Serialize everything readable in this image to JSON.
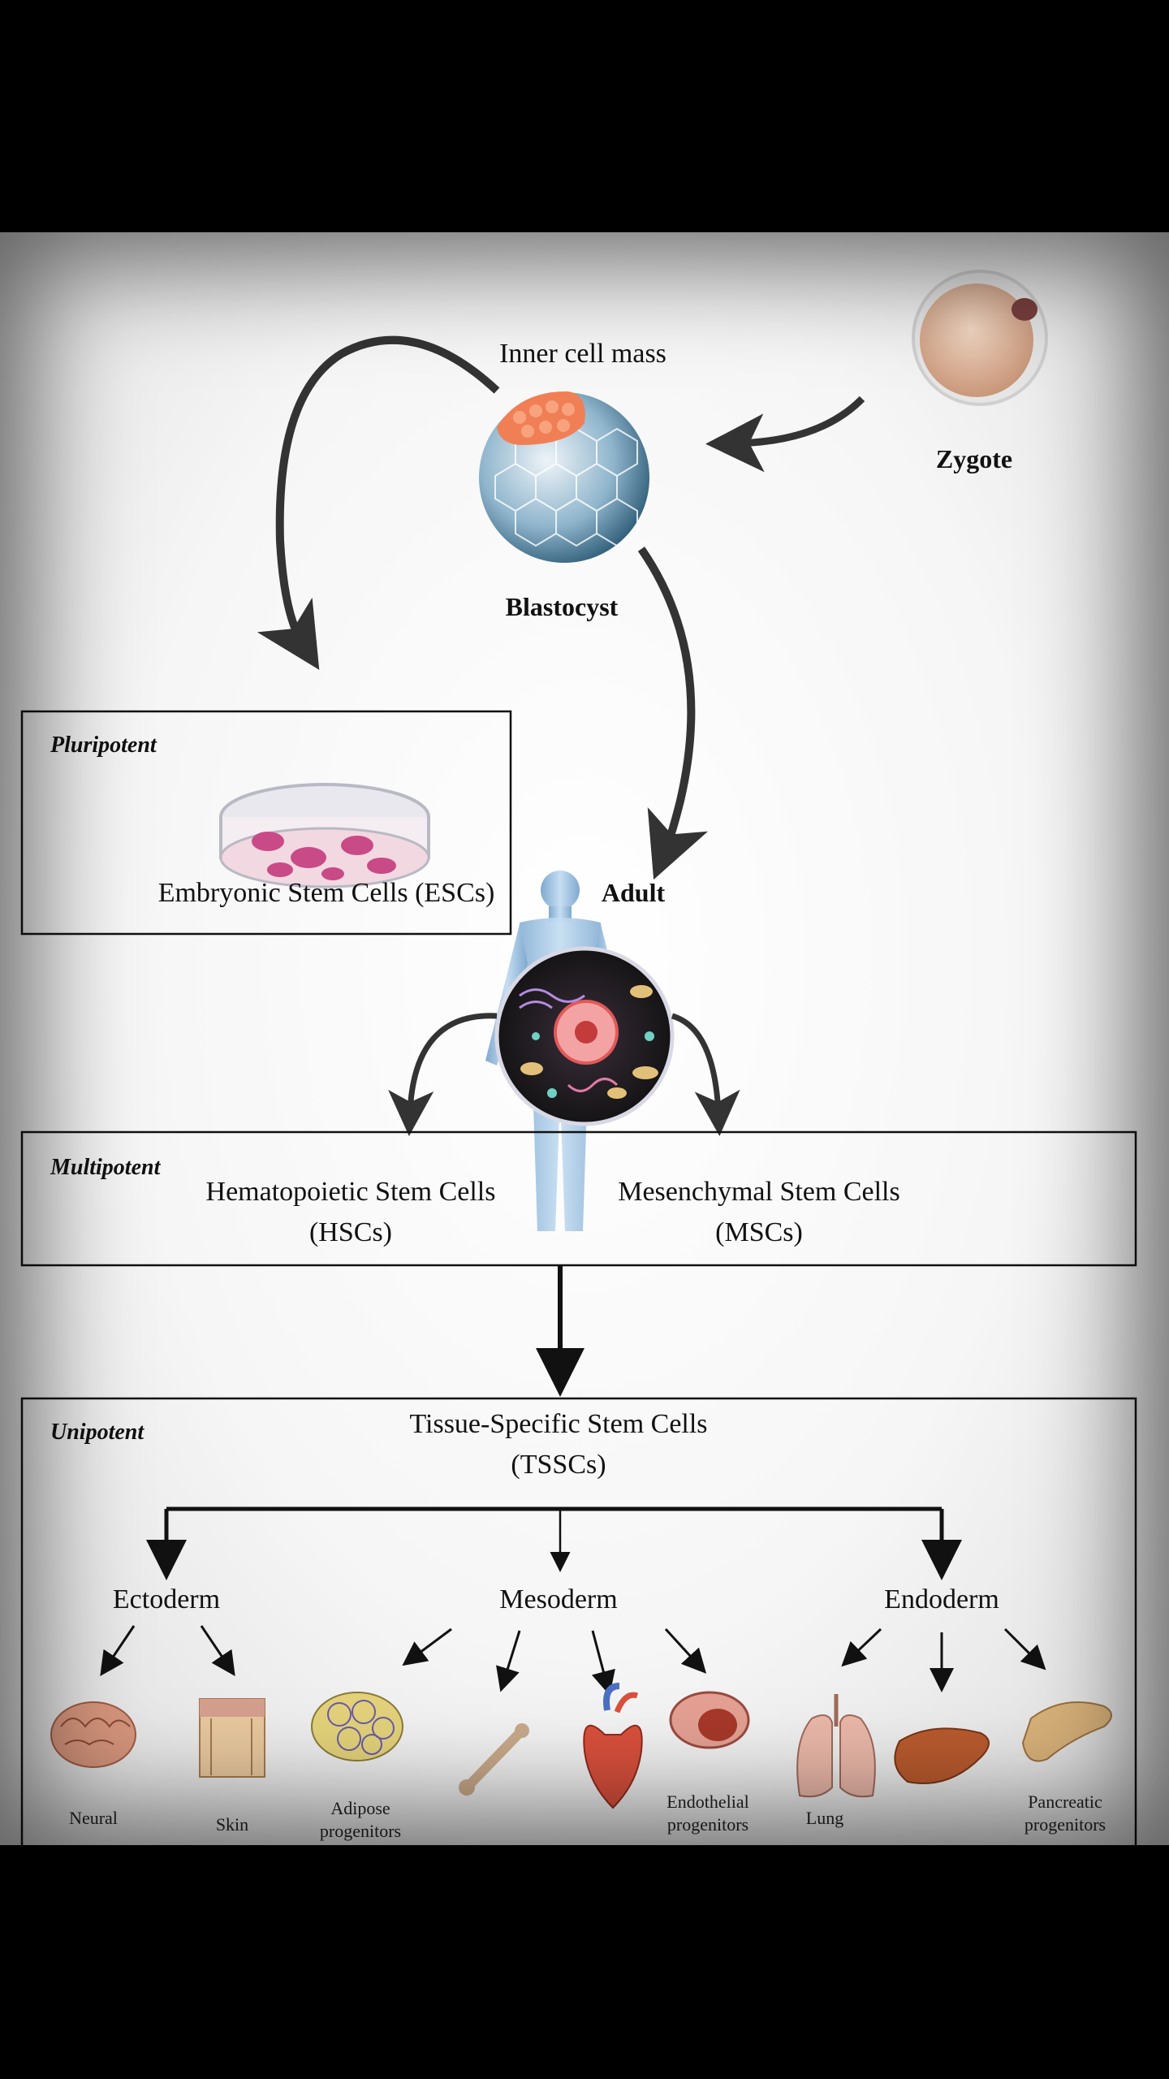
{
  "nodes": {
    "inner_cell_mass": "Inner cell mass",
    "zygote": "Zygote",
    "blastocyst": "Blastocyst",
    "adult": "Adult"
  },
  "pluripotent": {
    "tag": "Pluripotent",
    "label": "Embryonic Stem Cells (ESCs)"
  },
  "multipotent": {
    "tag": "Multipotent",
    "hsc_line1": "Hematopoietic Stem Cells",
    "hsc_line2": "(HSCs)",
    "msc_line1": "Mesenchymal Stem Cells",
    "msc_line2": "(MSCs)"
  },
  "unipotent": {
    "tag": "Unipotent",
    "tssc_line1": "Tissue-Specific Stem Cells",
    "tssc_line2": "(TSSCs)",
    "germ_layers": [
      "Ectoderm",
      "Mesoderm",
      "Endoderm"
    ]
  },
  "progenitors": {
    "neural_line1": "Neural",
    "skin": "Skin",
    "adipose_line1": "Adipose",
    "adipose_line2": "progenitors",
    "endothelial_line1": "Endothelial",
    "endothelial_line2": "progenitors",
    "lung_line1": "Lung",
    "pancreatic_line1": "Pancreatic",
    "pancreatic_line2": "progenitors"
  },
  "icons": [
    "zygote-icon",
    "blastocyst-icon",
    "petri-dish-icon",
    "human-body-icon",
    "cell-icon",
    "brain-icon",
    "skin-icon",
    "adipose-icon",
    "bone-icon",
    "heart-icon",
    "blood-vessel-icon",
    "lung-icon",
    "liver-icon",
    "pancreas-icon"
  ]
}
